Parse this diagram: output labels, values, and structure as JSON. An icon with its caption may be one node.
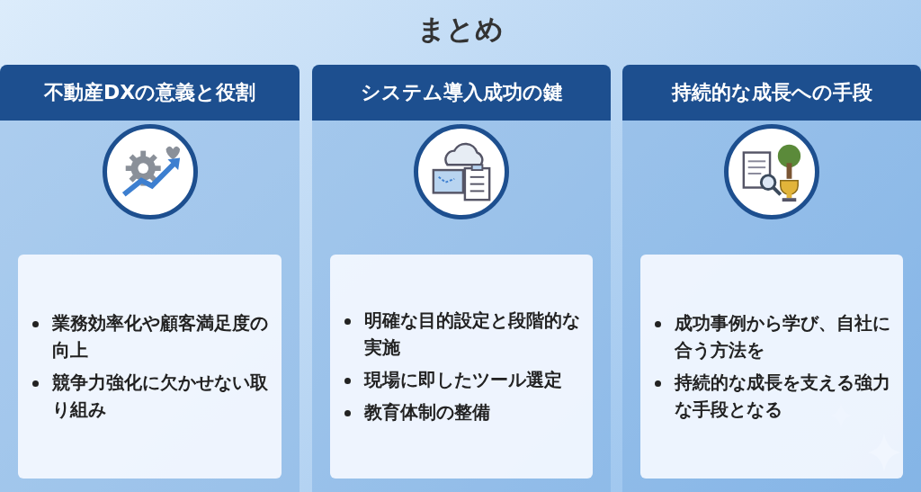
{
  "diagram": {
    "title": "まとめ",
    "nodes": [
      {
        "text": [
          "不動産DXの意義と役割"
        ]
      },
      {
        "text": [],
        "shape": "picture",
        "in": 0
      },
      {
        "text": [
          "業務効率化や顧客満足度の向上",
          "競争力強化に欠かせない取り組み"
        ],
        "in": 0
      },
      {
        "text": [
          "システム導入成功の鍵"
        ]
      },
      {
        "text": [],
        "shape": "picture",
        "in": 3
      },
      {
        "text": [
          "明確な目的設定と段階的な実施",
          "現場に即したツール選定",
          "教育体制の整備"
        ],
        "in": 3
      },
      {
        "text": [
          "持続的な成長への手段"
        ]
      },
      {
        "text": [],
        "shape": "picture",
        "in": 6
      },
      {
        "text": [
          "成功事例から学び、自社に合う方法を",
          "持続的な成長を支える強力な手段となる"
        ],
        "in": 6
      }
    ]
  }
}
